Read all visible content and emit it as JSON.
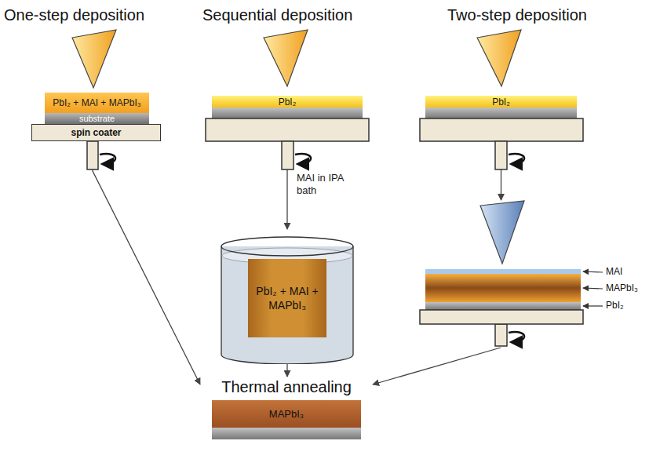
{
  "diagram": {
    "nodes": [
      {
        "text": [
          "PbI₂ + MAI + MAPbI₃"
        ]
      },
      {
        "text": [
          "substrate"
        ]
      },
      {
        "text": [
          "spin coater"
        ]
      },
      {
        "text": [
          "PbI₂"
        ]
      },
      {
        "text": [
          "PbI₂"
        ]
      },
      {
        "text": [
          "PbI₂ + MAI + MAPbI₃"
        ]
      },
      {
        "text": [
          "MAI",
          "MAPbI₃",
          "PbI₂"
        ]
      },
      {
        "text": [
          "Thermal annealing",
          "MAPbI₃"
        ]
      }
    ],
    "edges": [
      {
        "from": 2,
        "to": 7,
        "arrow": "to"
      },
      {
        "from": 3,
        "to": 5,
        "arrow": "to",
        "label": "MAI in IPA bath"
      },
      {
        "from": 4,
        "to": 6,
        "arrow": "to"
      },
      {
        "from": 5,
        "to": 7,
        "arrow": "to"
      },
      {
        "from": 6,
        "to": 7,
        "arrow": "to"
      }
    ],
    "labels": [
      "One-step deposition",
      "Sequential deposition",
      "Two-step deposition"
    ]
  }
}
